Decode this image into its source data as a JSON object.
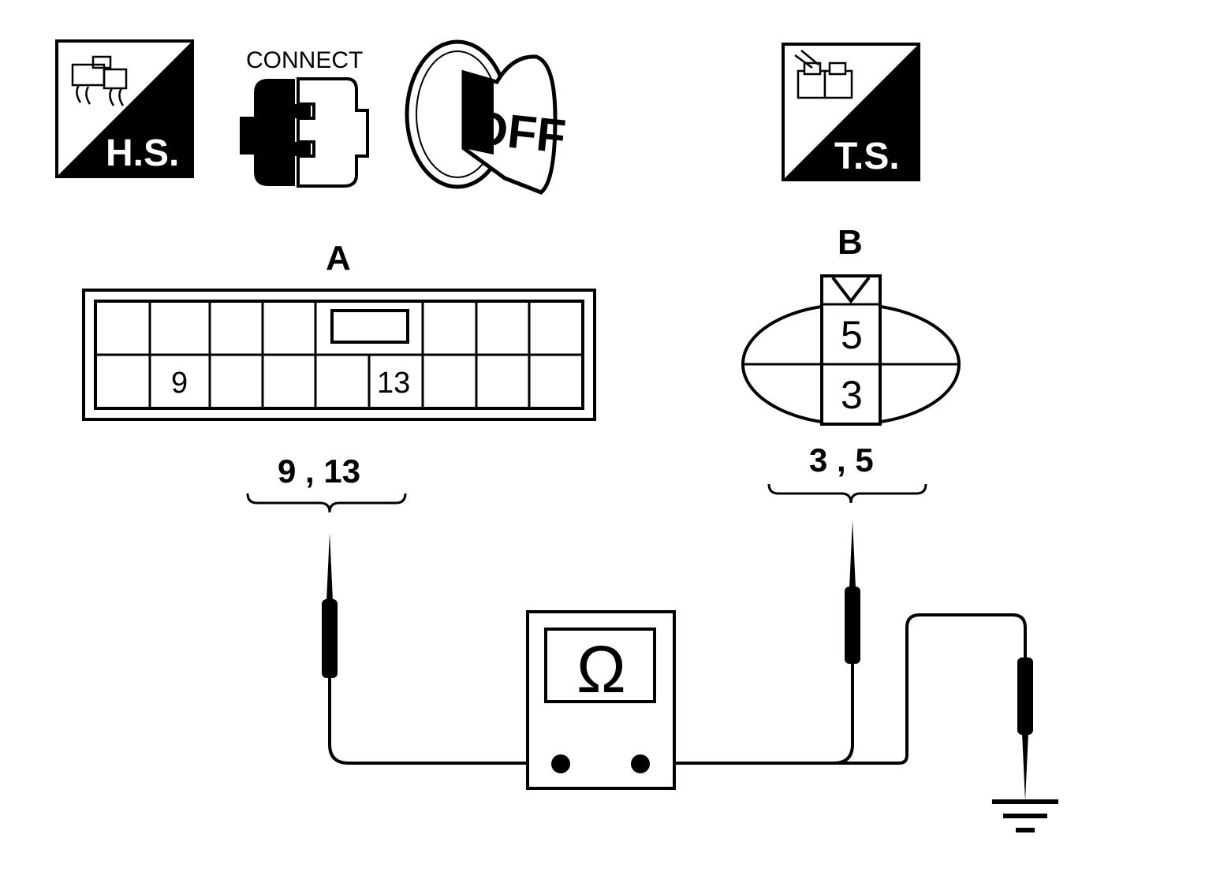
{
  "icons": {
    "harness_side": {
      "label": "H.S.",
      "icon": "harness-side-connector-icon"
    },
    "connect": {
      "label": "CONNECT",
      "icon": "connector-connect-icon"
    },
    "ignition": {
      "label": "OFF",
      "icon": "ignition-key-off-icon"
    },
    "terminal_side": {
      "label": "T.S.",
      "icon": "terminal-side-connector-icon"
    }
  },
  "connector_a": {
    "label": "A",
    "pins": [
      "9",
      "13"
    ],
    "check_label": "9 , 13"
  },
  "connector_b": {
    "label": "B",
    "pins": [
      "5",
      "3"
    ],
    "check_label": "3 , 5"
  },
  "meter": {
    "symbol": "Ω",
    "icon": "ohmmeter-icon"
  },
  "ground": {
    "icon": "ground-icon"
  }
}
